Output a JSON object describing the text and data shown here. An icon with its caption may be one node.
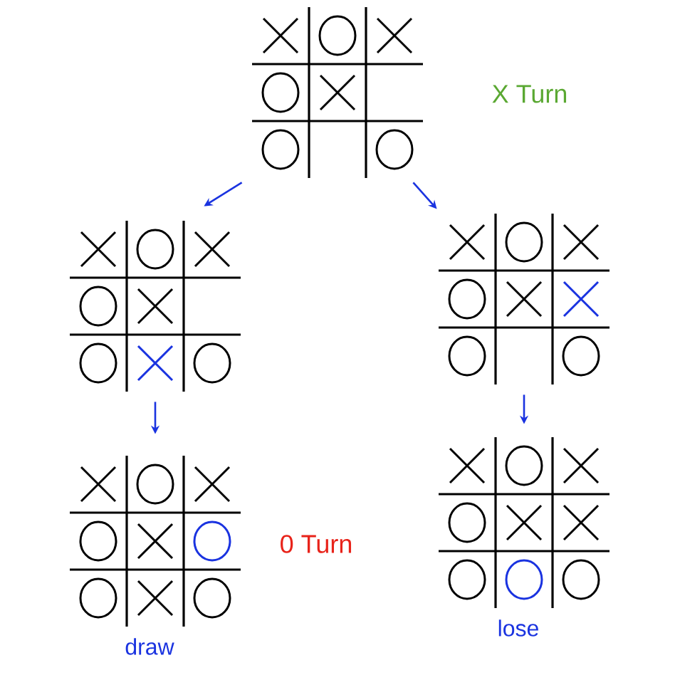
{
  "diagram": {
    "nodes": [
      {
        "text": [],
        "shape": "grid"
      },
      {
        "text": [],
        "shape": "grid"
      },
      {
        "text": [],
        "shape": "grid"
      },
      {
        "text": [],
        "shape": "grid",
        "beside": [
          "draw"
        ]
      },
      {
        "text": [],
        "shape": "grid",
        "beside": [
          "lose"
        ]
      }
    ],
    "edges": [
      {
        "from": 0,
        "to": 1,
        "arrow": "to"
      },
      {
        "from": 0,
        "to": 2,
        "arrow": "to"
      },
      {
        "from": 1,
        "to": 3,
        "arrow": "to"
      },
      {
        "from": 2,
        "to": 4,
        "arrow": "to"
      }
    ],
    "labels": [
      "X Turn",
      "0 Turn"
    ]
  }
}
